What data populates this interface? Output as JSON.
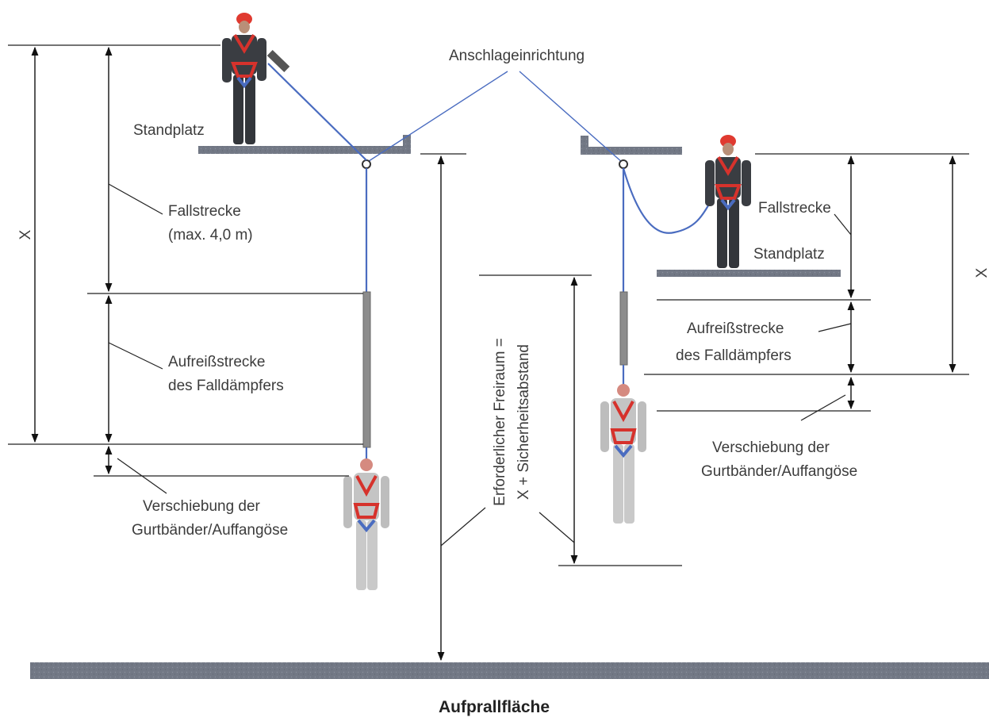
{
  "labels": {
    "anchor": "Anschlageinrichtung",
    "standplatz_left": "Standplatz",
    "standplatz_right": "Standplatz",
    "fallstrecke_left": "Fallstrecke",
    "fallstrecke_left_sub": "(max. 4,0 m)",
    "fallstrecke_right": "Fallstrecke",
    "aufreiss_left_1": "Aufreißstrecke",
    "aufreiss_left_2": "des Falldämpfers",
    "aufreiss_right_1": "Aufreißstrecke",
    "aufreiss_right_2": "des Falldämpfers",
    "verschiebung_left_1": "Verschiebung der",
    "verschiebung_left_2": "Gurtbänder/Auffangöse",
    "verschiebung_right_1": "Verschiebung der",
    "verschiebung_right_2": "Gurtbänder/Auffangöse",
    "x_left": "X",
    "x_right": "X",
    "freiraum_1": "Erforderlicher Freiraum =",
    "freiraum_2": "X + Sicherheitsabstand",
    "aufprall": "Aufprallfläche"
  },
  "colors": {
    "platform": "#6f7480",
    "ground": "#7a808c",
    "rope": "#4a6cc0",
    "harness": "#d6322c",
    "helmet": "#e03a30",
    "worker_suit": "#3a3d42",
    "faller_suit": "#c4c4c4"
  }
}
